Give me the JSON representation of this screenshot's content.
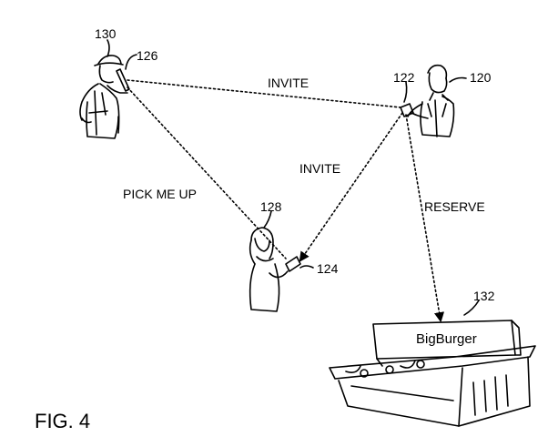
{
  "figure": {
    "label": "FIG. 4"
  },
  "labels": {
    "invite_top": "INVITE",
    "invite_mid": "INVITE",
    "pick_me_up": "PICK ME UP",
    "reserve": "RESERVE",
    "restaurant_sign": "BigBurger"
  },
  "refs": {
    "r130": "130",
    "r126": "126",
    "r122": "122",
    "r120": "120",
    "r128": "128",
    "r124": "124",
    "r132": "132"
  }
}
